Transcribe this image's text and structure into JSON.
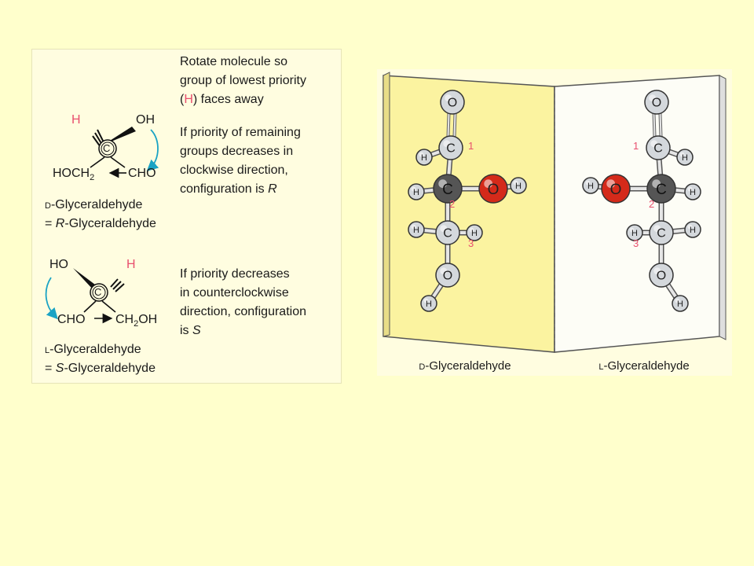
{
  "left": {
    "step1": {
      "line1": "Rotate molecule so",
      "line2": "group of lowest priority",
      "line3_pre": "(",
      "line3_h": "H",
      "line3_post": ") faces away"
    },
    "step2": {
      "line1": "If priority of remaining",
      "line2": "groups decreases in",
      "line3": "clockwise direction,",
      "line4_pre": "configuration is ",
      "line4_it": "R"
    },
    "step3": {
      "line1": "If priority decreases",
      "line2": "in counterclockwise",
      "line3": "direction, configuration",
      "line4_pre": "is ",
      "line4_it": "S"
    },
    "d_name": {
      "prefix": "D",
      "rest": "-Glyceraldehyde",
      "eq_pre": "= ",
      "eq_it": "R",
      "eq_post": "-Glyceraldehyde"
    },
    "l_name": {
      "prefix": "L",
      "rest": "-Glyceraldehyde",
      "eq_pre": "= ",
      "eq_it": "S",
      "eq_post": "-Glyceraldehyde"
    },
    "mol_d": {
      "h": "H",
      "oh": "OH",
      "c": "C",
      "hoch2_a": "HOCH",
      "hoch2_sub": "2",
      "cho": "CHO"
    },
    "mol_l": {
      "ho": "HO",
      "h": "H",
      "c": "C",
      "cho": "CHO",
      "ch2oh_a": "CH",
      "ch2oh_sub": "2",
      "ch2oh_b": "OH"
    }
  },
  "right": {
    "d_caption": {
      "prefix": "D",
      "rest": "-Glyceraldehyde"
    },
    "l_caption": {
      "prefix": "L",
      "rest": "-Glyceraldehyde"
    },
    "atoms": {
      "o": "O",
      "c": "C",
      "h": "H"
    },
    "numbers": [
      "1",
      "2",
      "3"
    ]
  },
  "colors": {
    "background": "#ffffcc",
    "panel": "#fffde0",
    "accent_red": "#e8506e",
    "arrow_teal": "#1aa3c4",
    "book_yellow": "#fbf3a0",
    "oxygen_red": "#d42a1a",
    "carbon_dark": "#555555",
    "atom_grey": "#d4d8dc"
  }
}
